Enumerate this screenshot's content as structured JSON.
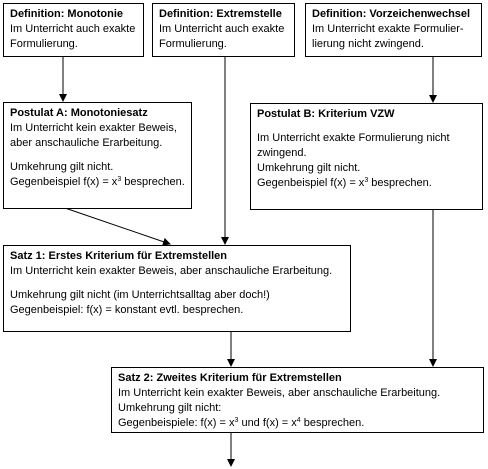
{
  "nodes": {
    "def_monotonie": {
      "title": "Definition: Monotonie",
      "lines": [
        "Im Unterricht auch exakte",
        "Formulierung."
      ]
    },
    "def_extremstelle": {
      "title": "Definition: Extremstelle",
      "lines": [
        "Im Unterricht auch exakte",
        "Formulierung."
      ]
    },
    "def_vzw": {
      "title": "Definition: Vorzeichenwechsel",
      "lines": [
        "Im Unterricht exakte Formulier-",
        "lierung nicht zwingend."
      ]
    },
    "postulat_a": {
      "title": "Postulat A: Monotoniesatz",
      "lines": [
        "Im Unterricht kein exakter Beweis,",
        "aber anschauliche Erarbeitung."
      ],
      "lines2": [
        "Umkehrung gilt nicht."
      ],
      "example_prefix": "Gegenbeispiel f(x) = x",
      "example_sup": "3",
      "example_suffix": " besprechen."
    },
    "postulat_b": {
      "title": "Postulat B: Kriterium VZW",
      "lines": [
        "Im Unterricht exakte Formulierung nicht",
        "zwingend.",
        "Umkehrung gilt nicht."
      ],
      "example_prefix": "Gegenbeispiel f(x) = x",
      "example_sup": "3",
      "example_suffix": " besprechen."
    },
    "satz_1": {
      "title": "Satz 1: Erstes Kriterium für Extremstellen",
      "lines": [
        "Im Unterricht kein exakter Beweis, aber anschauliche Erarbeitung."
      ],
      "lines2": [
        "Umkehrung gilt nicht (im Unterrichtsalltag aber doch!)",
        "Gegenbeispiel: f(x) = konstant evtl. besprechen."
      ]
    },
    "satz_2": {
      "title": "Satz 2: Zweites Kriterium für Extremstellen",
      "lines": [
        "Im Unterricht kein exakter Beweis, aber anschauliche Erarbeitung.",
        "Umkehrung gilt nicht:"
      ],
      "example_prefix": "Gegenbeispiele: f(x) = x",
      "example_sup": "3",
      "example_mid": " und f(x) = x",
      "example_sup2": "4",
      "example_suffix": " besprechen."
    }
  },
  "edges": [
    {
      "from": "def_monotonie",
      "to": "postulat_a"
    },
    {
      "from": "def_extremstelle",
      "to": "satz_1"
    },
    {
      "from": "def_vzw",
      "to": "postulat_b"
    },
    {
      "from": "postulat_a",
      "to": "satz_1"
    },
    {
      "from": "satz_1",
      "to": "satz_2"
    },
    {
      "from": "postulat_b",
      "to": "satz_2"
    },
    {
      "from": "satz_2",
      "to": "offpage"
    }
  ]
}
